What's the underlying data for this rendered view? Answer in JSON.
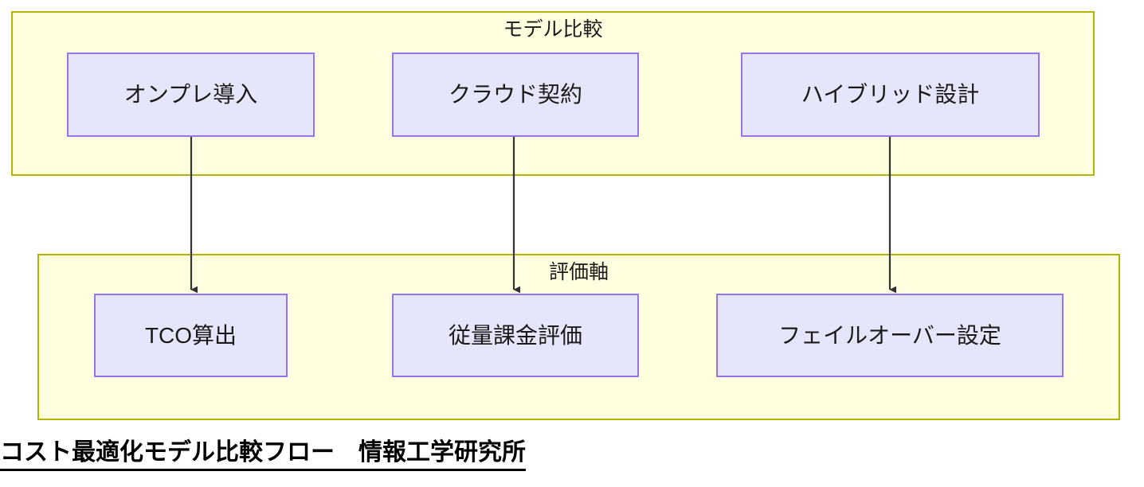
{
  "diagram": {
    "caption": "コスト最適化モデル比較フロー　情報工学研究所",
    "colors": {
      "group_border": "#b3b300",
      "group_fill": "#ffffe0",
      "node_border": "#9673e6",
      "node_fill": "#e6e6fa",
      "arrow": "#333333",
      "text": "#1a1a1a",
      "caption_text": "#000000"
    },
    "groups": [
      {
        "id": "model",
        "label": "モデル比較"
      },
      {
        "id": "axis",
        "label": "評価軸"
      }
    ],
    "nodes": [
      {
        "id": "onpre",
        "label": "オンプレ導入",
        "group": "model"
      },
      {
        "id": "cloud",
        "label": "クラウド契約",
        "group": "model"
      },
      {
        "id": "hybrid",
        "label": "ハイブリッド設計",
        "group": "model"
      },
      {
        "id": "tco",
        "label": "TCO算出",
        "group": "axis"
      },
      {
        "id": "metered",
        "label": "従量課金評価",
        "group": "axis"
      },
      {
        "id": "failover",
        "label": "フェイルオーバー設定",
        "group": "axis"
      }
    ],
    "edges": [
      {
        "from": "オンプレ導入",
        "to": "TCO算出",
        "style": "solid-arrow-down"
      },
      {
        "from": "クラウド契約",
        "to": "従量課金評価",
        "style": "solid-arrow-down"
      },
      {
        "from": "ハイブリッド設計",
        "to": "フェイルオーバー設定",
        "style": "solid-arrow-down"
      }
    ]
  }
}
